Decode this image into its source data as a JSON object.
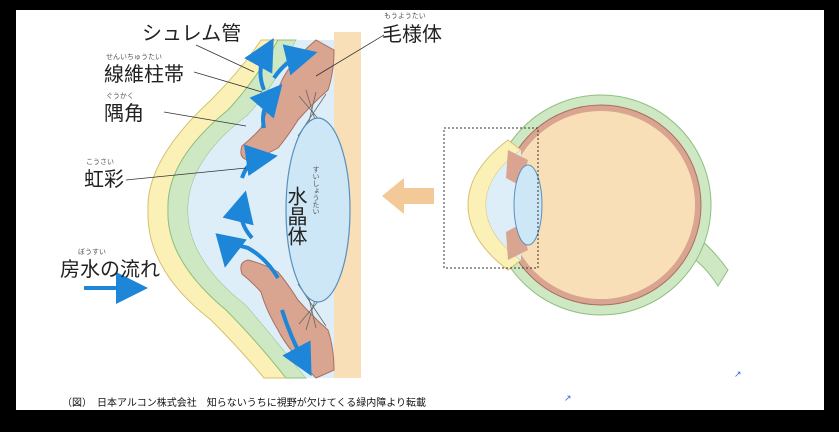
{
  "labels": {
    "schlemm": "シュレム管",
    "ciliary_body": "毛様体",
    "ciliary_body_ruby": "もうようたい",
    "zonule": "線維柱帯",
    "zonule_ruby": "せんいちゅうたい",
    "angle": "隅角",
    "angle_ruby": "ぐうかく",
    "iris": "虹彩",
    "iris_ruby": "こうさい",
    "lens": "水晶体",
    "lens_ruby": "すいしょうたい",
    "flow": "房水の流れ",
    "flow_ruby": "ぼうすい"
  },
  "caption": "（図）　日本アルコン株式会社　知らないうちに視野が欠けてくる緑内障より転載",
  "colors": {
    "flow_arrow": "#1e86d8",
    "iris_tissue": "#d9a590",
    "sclera_band": "#cfe8c4",
    "cornea_band": "#fbf1b6",
    "chamber": "#ddeef9",
    "back_block": "#f8dfb8",
    "big_arrow": "#f3c998"
  }
}
